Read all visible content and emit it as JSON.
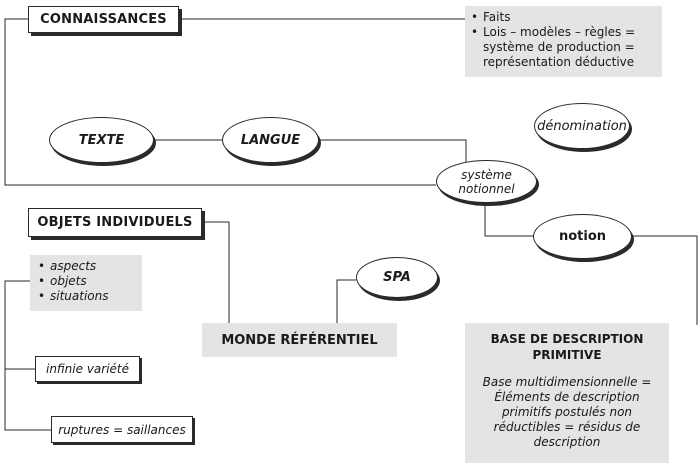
{
  "connaissances": {
    "title": "CONNAISSANCES",
    "bullets": [
      "Faits",
      "Lois – modèles – règles = système de production = représentation déductive"
    ]
  },
  "ellipses": {
    "texte": "TEXTE",
    "langue": "LANGUE",
    "denomination": "dénomination",
    "systeme_notionnel": "système notionnel",
    "notion": "notion",
    "spa": "SPA"
  },
  "objets_individuels": {
    "title": "OBJETS INDIVIDUELS",
    "bullets": [
      "aspects",
      "objets",
      "situations"
    ]
  },
  "infinie_variete": "infinie variété",
  "ruptures": "ruptures = saillances",
  "monde_referentiel": "MONDE RÉFÉRENTIEL",
  "base_description": {
    "title": "BASE DE DESCRIPTION PRIMITIVE",
    "body": "Base multidimensionnelle = Éléments de description primitifs postulés non réductibles = résidus de description"
  }
}
